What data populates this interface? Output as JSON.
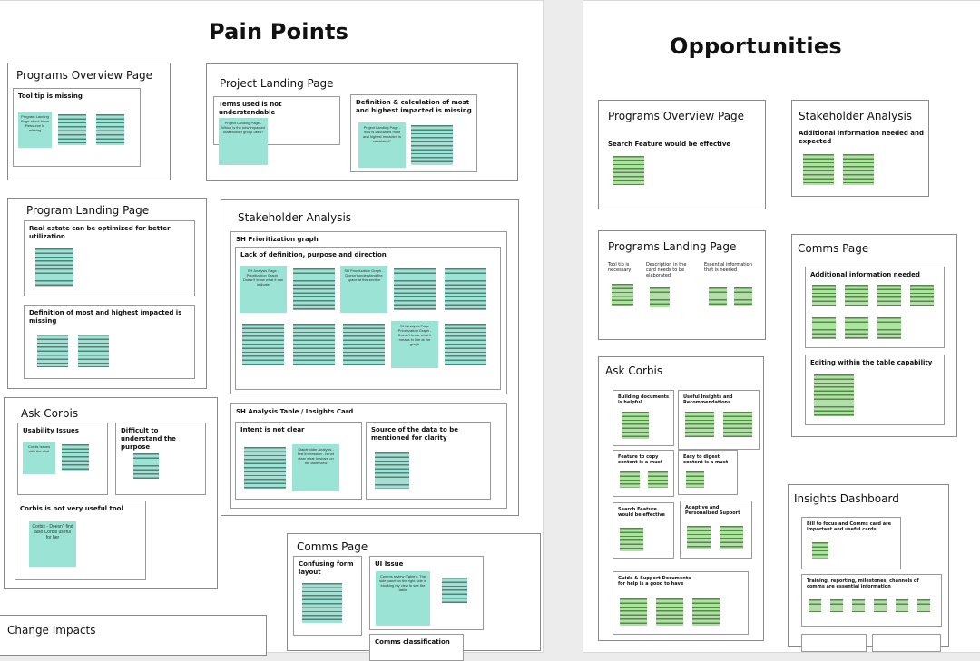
{
  "pain_points": {
    "title": "Pain Points",
    "programs_overview": {
      "title": "Programs Overview Page",
      "tool_tip": {
        "label": "Tool tip is missing",
        "note_text": "Program Landing Page about Hove Resource is missing"
      }
    },
    "project_landing": {
      "title": "Project Landing Page",
      "terms": {
        "label": "Terms used is not understandable",
        "note_text": "Project Landing Page - Which is the new Impacted Stakeholder group used?"
      },
      "definition": {
        "label": "Definition & calculation of most and highest impacted is missing",
        "note_text": "Project Landing Page - how is calculated most and highest impacted is calculated?"
      }
    },
    "program_landing": {
      "title": "Program Landing Page",
      "real_estate": {
        "label": "Real estate can be optimized for better utilization"
      },
      "definition": {
        "label": "Definition of most and highest impacted is missing"
      }
    },
    "stakeholder": {
      "title": "Stakeholder Analysis",
      "prioritization": {
        "label": "SH Prioritization graph",
        "lack": {
          "label": "Lack of definition, purpose and direction",
          "note1": "SH Analysis Page - Prioritization Graph - Doesn't know what it can indicate",
          "note2": "SH Prioritization Graph - Doesn't understand the space at this section",
          "note3": "SH Analysis Page Prioritization Graph - Doesn't know what it means in line at the graph"
        }
      },
      "table": {
        "label": "SH Analysis Table / Insights Card",
        "intent": {
          "label": "Intent is not clear",
          "note_text": "Stakeholder Analysis - first impression - is not clear what to share on the table view"
        },
        "source": {
          "label": "Source of the data to be mentioned for clarity"
        }
      }
    },
    "ask_corbis": {
      "title": "Ask Corbis",
      "usability": {
        "label": "Usability Issues",
        "note_text": "Corbis Issues with the chat"
      },
      "difficult": {
        "label": "Difficult to understand the purpose"
      },
      "not_useful": {
        "label": "Corbis is not very useful tool",
        "note_text": "Corbis - Doesn't find also Corbis useful for her"
      }
    },
    "comms": {
      "title": "Comms Page",
      "confusing": {
        "label": "Confusing form layout"
      },
      "ui_issue": {
        "label": "UI Issue",
        "note_text": "Comms review (Table) - The side panel on the right side is blocking my view to see the table"
      },
      "classification": {
        "label": "Comms classification"
      }
    },
    "change_impacts": {
      "title": "Change Impacts"
    }
  },
  "opportunities": {
    "title": "Opportunities",
    "programs_overview": {
      "title": "Programs Overview Page",
      "label": "Search Feature would be effective"
    },
    "stakeholder": {
      "title": "Stakeholder Analysis",
      "label": "Additional information needed and expected"
    },
    "programs_landing": {
      "title": "Programs Landing Page",
      "col1": "Tool tip is necessary",
      "col2": "Description in the card needs to be elaborated",
      "col3": "Essential information that is needed"
    },
    "comms": {
      "title": "Comms Page",
      "additional": {
        "label": "Additional information needed"
      },
      "editing": {
        "label": "Editing within the table capability"
      }
    },
    "ask_corbis": {
      "title": "Ask Corbis",
      "building": {
        "label": "Building documents is helpful"
      },
      "useful": {
        "label": "Useful Insights and Recommendations"
      },
      "feature_copy": {
        "label": "Feature to copy content is a must"
      },
      "easy": {
        "label": "Easy to digest content is a must"
      },
      "search": {
        "label": "Search Feature would be effective"
      },
      "adaptive": {
        "label": "Adaptive and Personalized Support"
      },
      "guide": {
        "label": "Guide & Support Documents for help is a good to have"
      }
    },
    "insights": {
      "title": "Insights Dashboard",
      "box1": {
        "label": "Bill to focus and Comms card are important and useful cards"
      },
      "box2": {
        "label": "Training, reporting, milestones, channels of comms are essential information"
      }
    }
  },
  "colors": {
    "teal_note": "#9be3d4",
    "green_note": "#a9e69c",
    "frame_border": "#8a8a8a",
    "board_bg": "#ffffff",
    "canvas_bg": "#ececec"
  }
}
